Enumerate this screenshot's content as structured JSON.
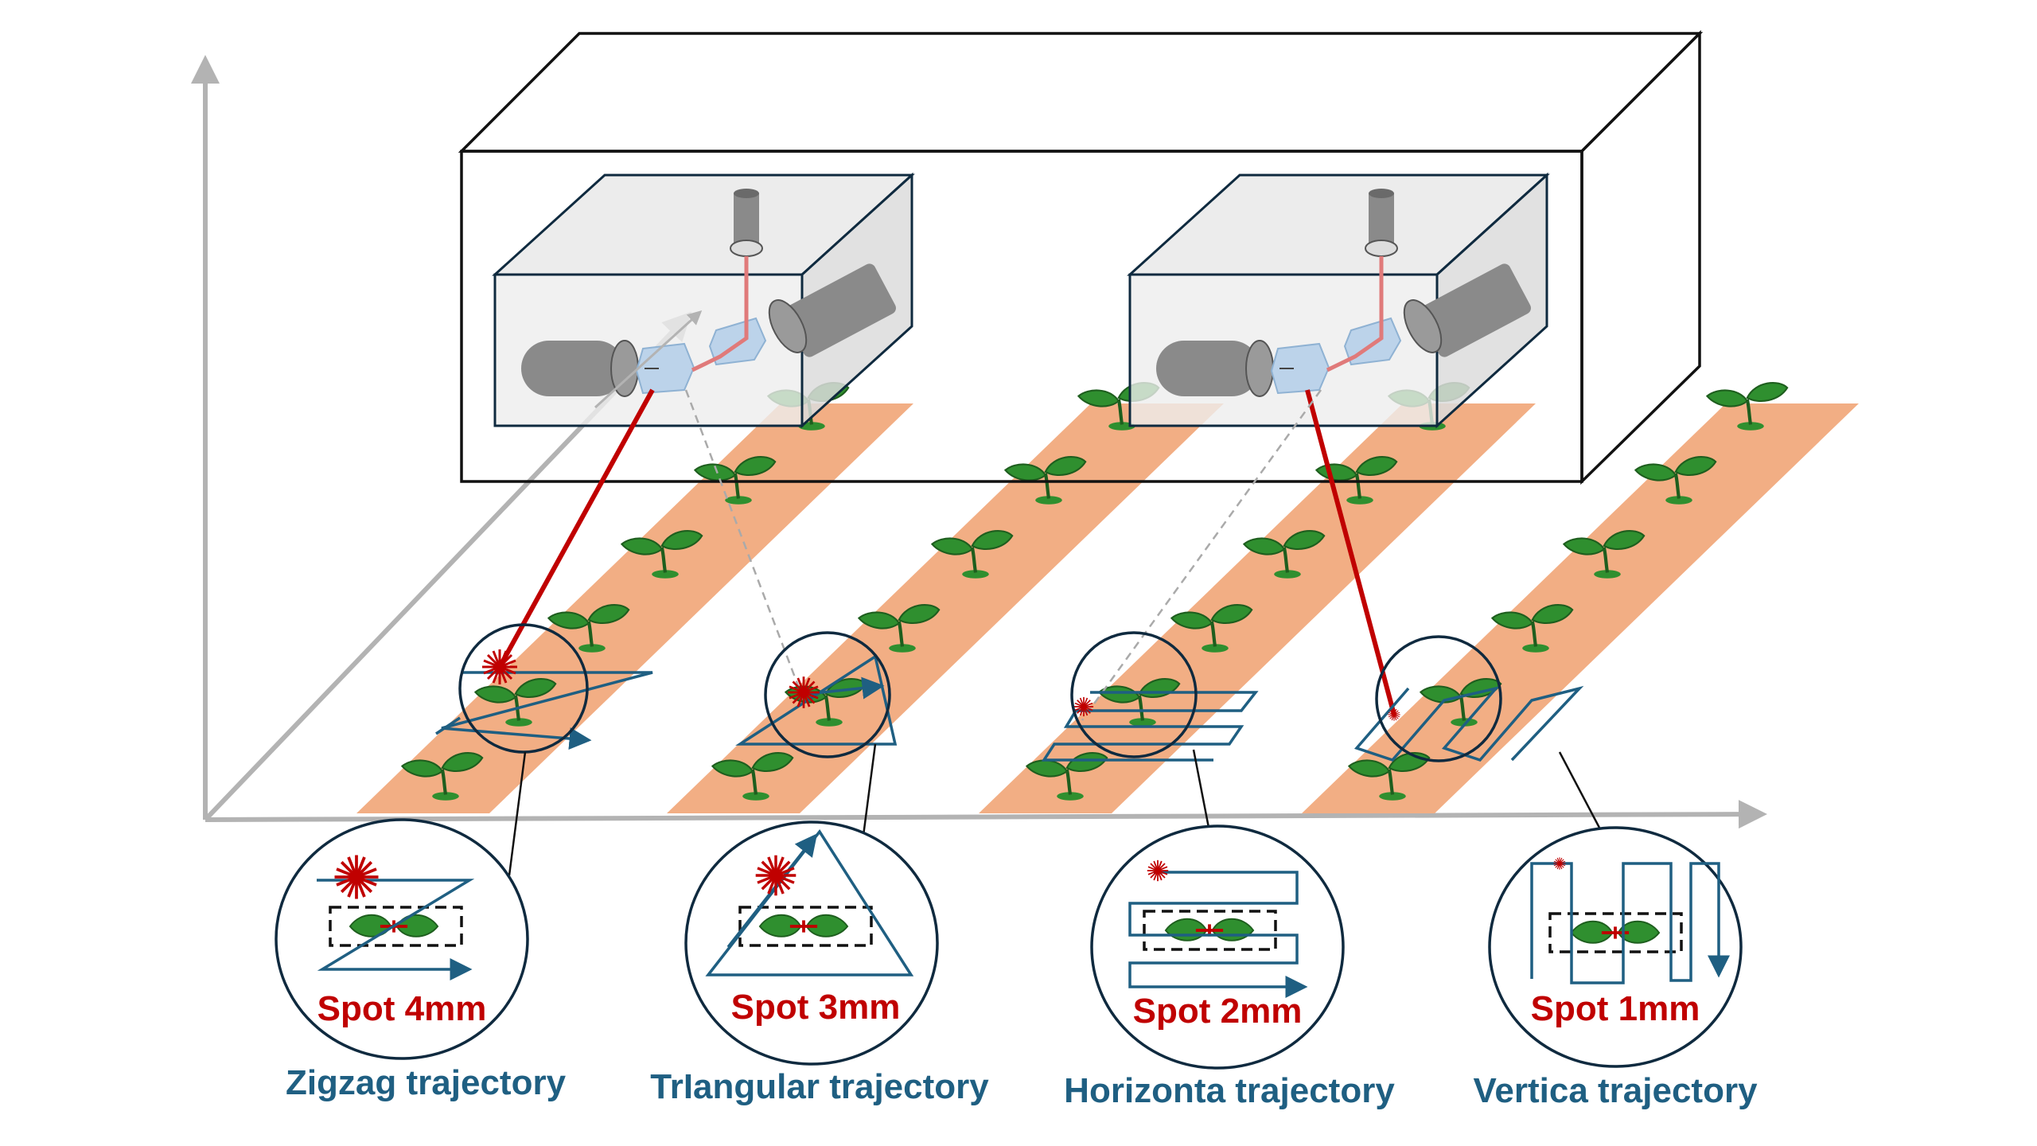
{
  "colors": {
    "stripe": "#f2ae84",
    "laser": "#c00000",
    "laser_light": "#e07a7a",
    "trajectory": "#1f5f82",
    "label_red": "#c00000",
    "label_blue": "#1f5f82",
    "leaf": "#2f8f2f",
    "leaf_dark": "#1e5e1e",
    "axis": "#b3b3b3",
    "module_fill": "#e6e6e6",
    "lens": "#bcd3ea",
    "cylinder": "#808080"
  },
  "panels": [
    {
      "spot": "Spot 4mm",
      "trajectory": "Zigzag trajectory"
    },
    {
      "spot": "Spot 3mm",
      "trajectory": "TrIangular trajectory"
    },
    {
      "spot": "Spot 2mm",
      "trajectory": "Horizonta trajectory"
    },
    {
      "spot": "Spot 1mm",
      "trajectory": "Vertica trajectory"
    }
  ]
}
